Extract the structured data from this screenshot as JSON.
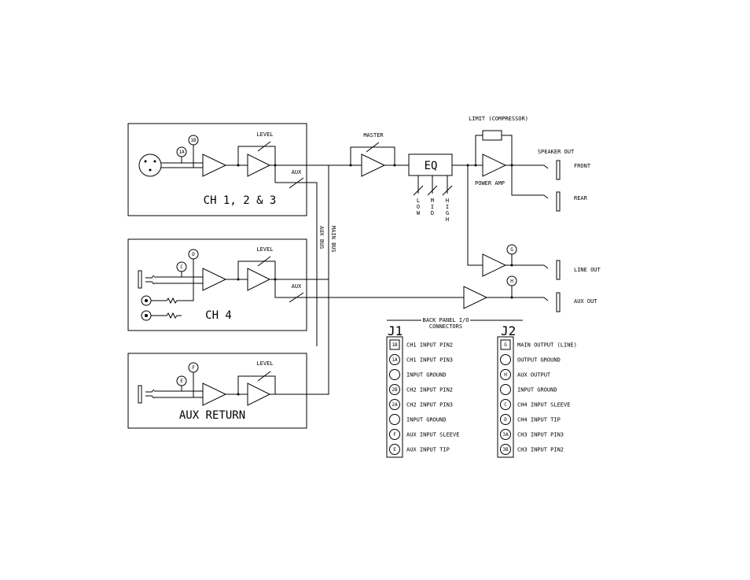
{
  "blocks": {
    "ch123": {
      "title": "CH 1, 2 & 3",
      "level": "LEVEL",
      "aux": "AUX"
    },
    "ch4": {
      "title": "CH 4",
      "level": "LEVEL",
      "aux": "AUX"
    },
    "aux_return": {
      "title": "AUX RETURN",
      "level": "LEVEL"
    }
  },
  "buses": {
    "aux_bus": "AUX BUS",
    "main_bus": "MAIN BUS"
  },
  "signal_chain": {
    "master": "MASTER",
    "eq": "EQ",
    "eq_controls": [
      "LOW",
      "MID",
      "HIGH"
    ],
    "limit": "LIMIT (COMPRESSOR)",
    "power_amp": "POWER AMP",
    "speaker_out": "SPEAKER OUT",
    "front": "FRONT",
    "rear": "REAR",
    "line_out": "LINE OUT",
    "aux_out": "AUX OUT"
  },
  "markers": {
    "m1b": "1B",
    "m1a": "1A",
    "mD": "D",
    "mC": "C",
    "mF": "F",
    "mE": "E",
    "mG": "G",
    "mH": "H"
  },
  "connectors": {
    "header": [
      "BACK PANEL I/O",
      "CONNECTORS"
    ],
    "j1": {
      "title": "J1",
      "pins": [
        {
          "pin": "1B",
          "label": "CH1 INPUT PIN2"
        },
        {
          "pin": "1A",
          "label": "CH1 INPUT PIN3"
        },
        {
          "pin": "",
          "label": "INPUT GROUND"
        },
        {
          "pin": "2B",
          "label": "CH2 INPUT PIN2"
        },
        {
          "pin": "2A",
          "label": "CH2 INPUT PIN3"
        },
        {
          "pin": "",
          "label": "INPUT GROUND"
        },
        {
          "pin": "F",
          "label": "AUX INPUT SLEEVE"
        },
        {
          "pin": "E",
          "label": "AUX INPUT TIP"
        }
      ]
    },
    "j2": {
      "title": "J2",
      "pins": [
        {
          "pin": "G",
          "label": "MAIN OUTPUT (LINE)"
        },
        {
          "pin": "",
          "label": "OUTPUT GROUND"
        },
        {
          "pin": "H",
          "label": "AUX OUTPUT"
        },
        {
          "pin": "",
          "label": "INPUT GROUND"
        },
        {
          "pin": "C",
          "label": "CH4 INPUT SLEEVE"
        },
        {
          "pin": "D",
          "label": "CH4 INPUT TIP"
        },
        {
          "pin": "3A",
          "label": "CH3 INPUT PIN3"
        },
        {
          "pin": "3B",
          "label": "CH3 INPUT PIN2"
        }
      ]
    }
  }
}
